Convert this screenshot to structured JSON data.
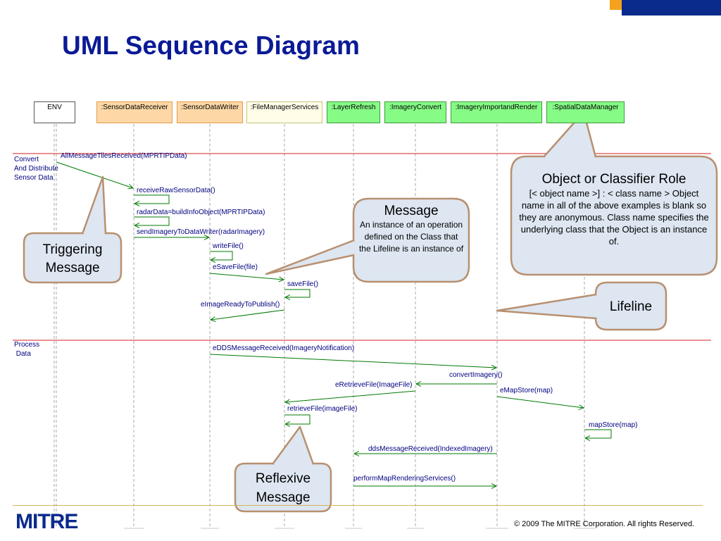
{
  "title": "UML Sequence Diagram",
  "objects": [
    {
      "label": "ENV",
      "style": "env"
    },
    {
      "label": ":SensorDataReceiver",
      "style": "orange"
    },
    {
      "label": ":SensorDataWriter",
      "style": "orange"
    },
    {
      "label": ":FileManagerServices",
      "style": "cream"
    },
    {
      "label": ":LayerRefresh",
      "style": "green"
    },
    {
      "label": ":ImageryConvert",
      "style": "green"
    },
    {
      "label": ":ImageryImportandRender",
      "style": "green"
    },
    {
      "label": ":SpatialDataManager",
      "style": "green"
    }
  ],
  "sections": [
    {
      "label": "Convert\nAnd Distribute\nSensor Data"
    },
    {
      "label": "Process\n Data"
    }
  ],
  "messages": [
    {
      "label": "AllMessageTilesReceived(MPRTIPData)"
    },
    {
      "label": "receiveRawSensorData()"
    },
    {
      "label": "radarData=buildInfoObject(MPRTIPData)"
    },
    {
      "label": "sendImageryToDataWriter(radarImagery)"
    },
    {
      "label": "writeFile()"
    },
    {
      "label": "eSaveFile(file)"
    },
    {
      "label": "saveFile()"
    },
    {
      "label": "eImageReadyToPublish()"
    },
    {
      "label": "eDDSMessageReceived(ImageryNotification)"
    },
    {
      "label": "convertImagery()"
    },
    {
      "label": "eRetrieveFile(ImageFile)"
    },
    {
      "label": "eMapStore(map)"
    },
    {
      "label": "retrieveFile(imageFile)"
    },
    {
      "label": "mapStore(map)"
    },
    {
      "label": "ddsMessageReceived(IndexedImagery)"
    },
    {
      "label": "performMapRenderingServices()"
    }
  ],
  "callouts": {
    "object_role": {
      "heading": "Object or Classifier Role",
      "body": "[< object name >] : < class name > Object name in all of the above examples is blank so they are anonymous. Class name specifies the underlying class that the Object is an instance of."
    },
    "message": {
      "heading": "Message",
      "body": "An instance of an operation defined on the Class that the Lifeline is an instance of"
    },
    "lifeline": {
      "heading": "Lifeline"
    },
    "triggering": {
      "heading": "Triggering Message"
    },
    "reflexive": {
      "heading": "Reflexive Message"
    }
  },
  "footer": {
    "logo": "MITRE",
    "copyright": "© 2009 The MITRE Corporation. All rights Reserved."
  },
  "colors": {
    "title": "#0a1a96",
    "message_text": "#000080",
    "arrow": "#007a00",
    "section_line": "#d02020",
    "callout_fill": "#dde6f1",
    "callout_border": "#b89070",
    "brand": "#0a2a8c",
    "accent": "#f4a21b"
  }
}
